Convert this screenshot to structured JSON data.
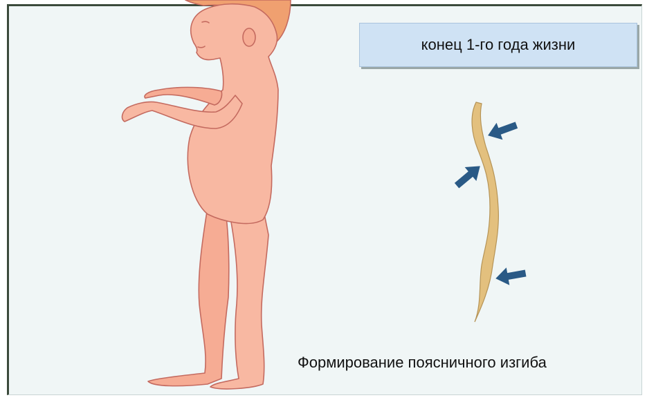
{
  "stage_label": "конец 1-го года жизни",
  "caption": "Формирование поясничного изгиба",
  "colors": {
    "frame_background": "#f0f6f6",
    "label_background": "#cfe2f4",
    "skin": "#f8b8a2",
    "skin_outline": "#c46a5f",
    "hair": "#f0a070",
    "spine": "#e3c07e",
    "arrows": "#2a5a86"
  },
  "icons": [
    "child-figure",
    "spine-curve",
    "arrow-icon"
  ]
}
